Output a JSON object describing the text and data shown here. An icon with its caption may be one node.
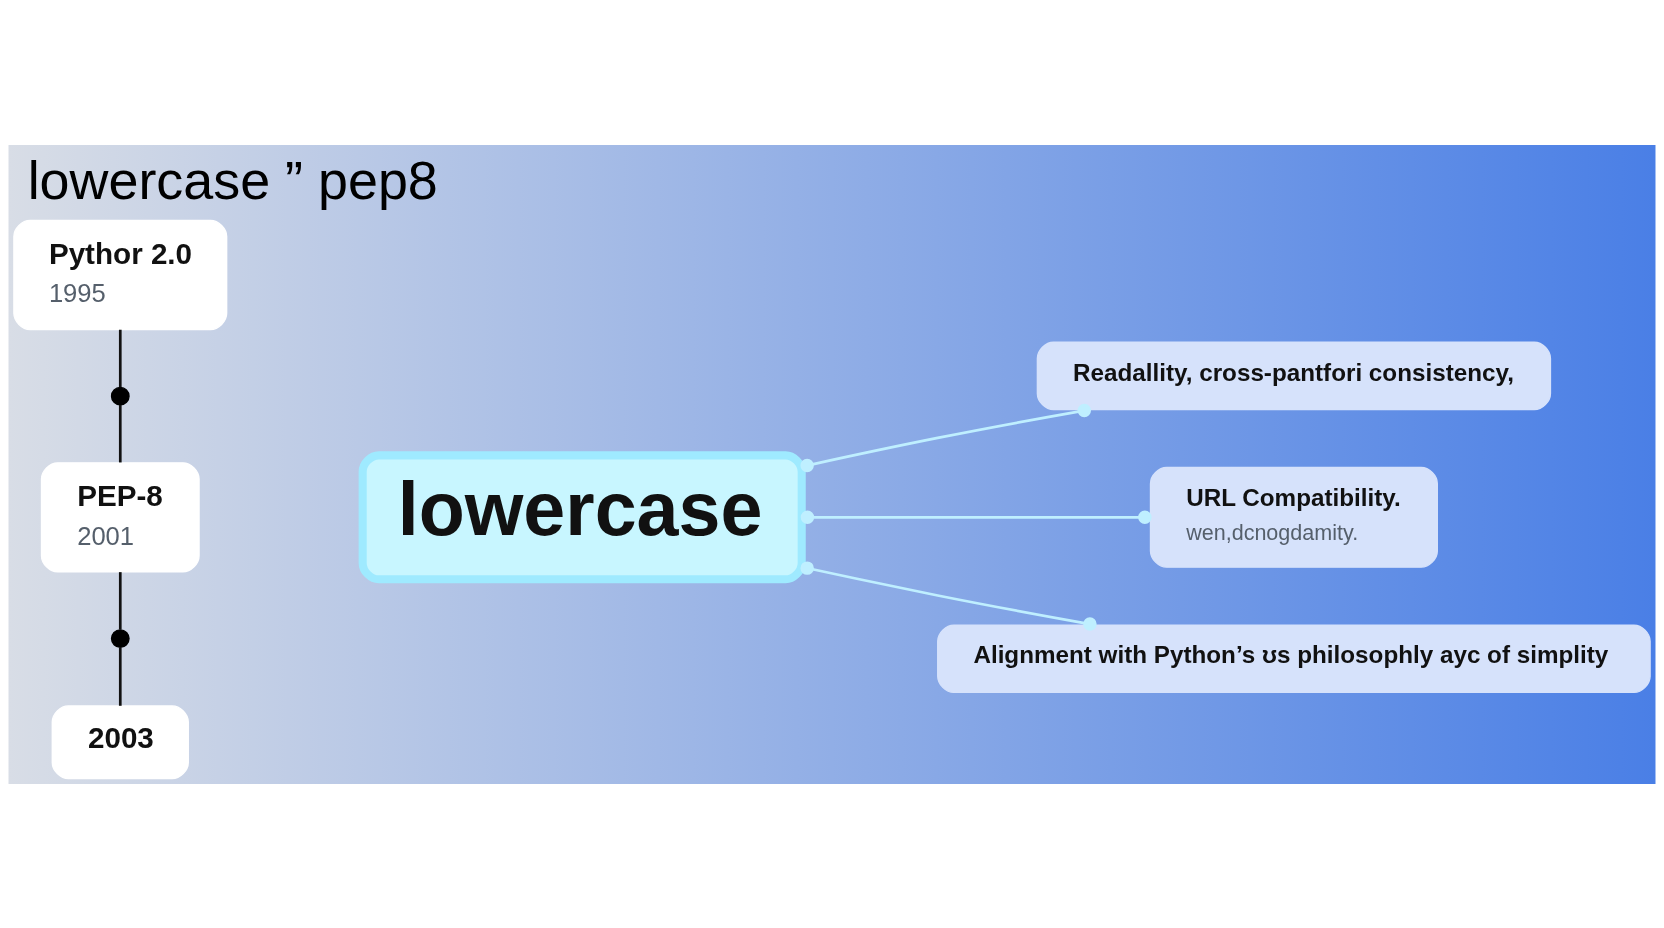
{
  "diagram": {
    "title": "lowercase ” pep8",
    "nodes": [
      {
        "text": [
          "Pythor 2.0",
          "1995"
        ]
      },
      {
        "text": [],
        "shape": "circle"
      },
      {
        "text": [
          "PEP-8",
          "2001"
        ]
      },
      {
        "text": [],
        "shape": "circle"
      },
      {
        "text": [
          "2003"
        ]
      },
      {
        "text": [
          "lowercase"
        ]
      },
      {
        "text": [
          "Readallity, cross-pantfori consistency,"
        ]
      },
      {
        "text": [
          "URL Compatibility.",
          "wen,dcnogdamity."
        ]
      },
      {
        "text": [
          "Alignment with Python’s ʊs philosophly ayc of simplity"
        ]
      }
    ],
    "edges": [
      {
        "from": 0,
        "to": 1,
        "arrow": "none"
      },
      {
        "from": 1,
        "to": 2,
        "arrow": "none"
      },
      {
        "from": 2,
        "to": 3,
        "arrow": "none"
      },
      {
        "from": 3,
        "to": 4,
        "arrow": "none"
      },
      {
        "from": 5,
        "to": 6,
        "arrow": "other",
        "color": "#bfefff"
      },
      {
        "from": 5,
        "to": 7,
        "arrow": "other",
        "color": "#bfefff"
      },
      {
        "from": 5,
        "to": 8,
        "arrow": "other",
        "color": "#bfefff"
      }
    ]
  }
}
